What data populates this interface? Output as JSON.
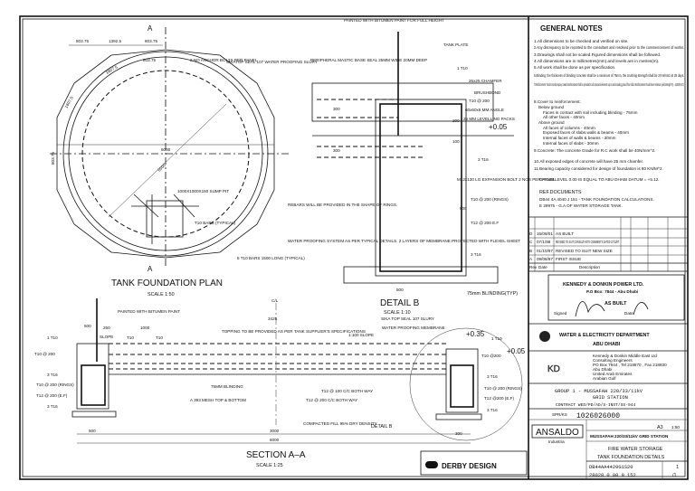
{
  "plan": {
    "title": "TANK FOUNDATION PLAN",
    "scale": "SCALE 1:50",
    "dims": [
      "803.75",
      "1392.5",
      "803.75",
      "803.75",
      "1607.5",
      "1607.5",
      "803.75",
      "6000",
      "6500"
    ],
    "section_mark": "A",
    "labels": [
      "2 NO ANCHOR BOLTS PER PANEL",
      "1000X1000X150 SUMP PIT",
      "T10 BARS (TYPICAL)",
      "5 T10 BARS 1500 LONG (TYPICAL)",
      "REBARS WILL BE PROVIDED IN THE SHAPE OF RINGS.",
      "WATER PROOFING SYSTEM AS PER TYPICAL DETAILS. 2 LAYERS OF MEMBRANE PROTECTED WITH FLEXEL SHEET"
    ]
  },
  "detail_b": {
    "title": "DETAIL B",
    "scale": "SCALE 1:10",
    "labels": [
      "PAINTED WITH BITUMEN PAINT FOR FULL HEIGHT",
      "TANK PLATE",
      "SIKATOP SEAL 107 WATER PROOFING SLURY",
      "PERIPHERAL MASTIC BASE SEAL 25MM WIDE 20MM DEEP",
      "1 T10",
      "25x25 CHAMFER",
      "BRUSHBOND",
      "T10 @ 200",
      "60x60x6 MM ANGLE",
      "25 MM LEVELLING PACKS",
      "+0.05",
      "3 T16",
      "M12x130 LG EXPANSION BOLT 2 NOS PER PANEL",
      "T10 @ 200 (RINGS)",
      "T12 @ 200 E.F",
      "3 T16",
      "75mm BLINDING(TYP)"
    ],
    "dims": [
      "300",
      "300",
      "200",
      "100",
      "800",
      "500"
    ]
  },
  "section": {
    "title": "SECTION A–A",
    "scale": "SCALE 1:25",
    "labels": [
      "PAINTED WITH BITUMEN PAINT",
      "1 T10",
      "T10 @ 200",
      "3 T16",
      "T10 @ 200 (RINGS)",
      "T12 @ 200 (E.F)",
      "3 T16",
      "T10",
      "T10",
      "SLOPE",
      "TOPPING TO BE PROVIDED AS PER TANK SUPPLIER'S SPECIFICATIONS",
      "1:100 SLOPE",
      "75MM BLINDING",
      "A 393 MESH TOP & BOTTOM",
      "T12 @ 100 C/C BOTH WAY",
      "T12 @ 200 C/C BOTH WAY",
      "COMPACTED FILL 95% DRY DENSITY",
      "DETAIL B",
      "SIKA TOP SEAL 107 SLURY",
      "WATER PROOFING MEMBRANE",
      "+0.35",
      "1 T10",
      "T10 @200",
      "+0.05",
      "3 T16",
      "T10 @ 200 (RINGS)",
      "T12 @200 (E.F)",
      "3 T16",
      "C/L"
    ],
    "dims": [
      "500",
      "250",
      "1000",
      "3425",
      "3000",
      "6000",
      "500",
      "300"
    ]
  },
  "general_notes": {
    "title": "GENERAL NOTES",
    "notes": [
      "1.All dimensions to be checked and verified on site.",
      "2.Any discrepancy to be reported to the consultant and resolved prior to the commencement of works.",
      "3.Drawings shall not be scaled.Figured dimensions shall be followed.",
      "4.All dimensions are in millimetres(mm) and levels are in metres(m).",
      "5.All work shall be done as per specification.",
      "6.Blinding: the thickness of blinding concrete shall be a minimum of 75mm, the crushing strength shall be 20 N/mm2 at 28 days.",
      "7.Reinforcement: Fusion bonded epoxy coated reinforcement shall be provided to all structural elements up to and including ground floor slab. Reinforcement should have minimum yield strength Fy = 420N/mm^2.",
      "8.Cover to reinforcement:",
      "Below ground",
      "Faces in contact with soil including blinding  -  75mm",
      "All other faces  -  40mm",
      "Above ground",
      "All faces of columns  -  40mm",
      "Exposed faces of slabs,walls & beams  -  40mm",
      "Internal faces of walls & beams  -  30mm",
      "Internal faces of slabs  -  30mm",
      "9.Concrete: The concrete Grade for R.C work shall be 40N/mm^2.",
      "10.All exposed edges of concrete will have 25 mm chamfer.",
      "11.Bearing capacity considered for design of foundation is 80 KN/M^2."
    ],
    "datum": "DATUM LEVEL 0.00 IS EQUAL TO ABU DHABI DATUM = +5.12.",
    "ref_title": "REF.DOCUMENTS",
    "refs": [
      "DB44 4A 4040 J 151  -  TANK FOUNDATION CALCULATIONS.",
      "E 29975  -  G.A OF WATER STORAGE TANK."
    ]
  },
  "revisions": {
    "headers": [
      "Rev",
      "Date",
      "Description"
    ],
    "rows": [
      {
        "rev": "D",
        "date": "15/08/01",
        "desc": "AS BUILT"
      },
      {
        "rev": "C",
        "date": "07/1/98",
        "desc": "REVISED TO SUIT CONSULTANT'S COMMENTS DATED 27/11/97"
      },
      {
        "rev": "B",
        "date": "01/10/97",
        "desc": "REVISED TO SUIT NEW SIZE"
      },
      {
        "rev": "A",
        "date": "09/08/97",
        "desc": "FIRST ISSUE"
      }
    ]
  },
  "title_block": {
    "approver": "KENNEDY & DONKIN POWER LTD.",
    "approver_address": "P.O Box: 7844 - Abu Dhabi",
    "stamp": "AS BUILT",
    "signed_label": "Signed",
    "date_label": "Date",
    "client": "WATER & ELECTRICITY DEPARTMENT",
    "client_city": "ABU DHABI",
    "consultant_lines": [
      "Kennedy & Donkin Middle East Ltd",
      "Consulting Engineers",
      "PO Box 7844 , Tel 218870 , Fax 218830",
      "Abu Dhabi",
      "United Arab Emirates",
      "Arabian Gulf"
    ],
    "project": "GROUP 1 - MUSSAFAH 220/33/11kV",
    "project_2": "GRID STATION",
    "contract": "CONTRACT WED/PD/AD/S-INST/SS-944",
    "contract_no": "1026026000",
    "ref_no": "SPR/KS",
    "size": "A3",
    "scale": "1:50",
    "contractor": "ANSALDO",
    "contractor_sub": "Industria",
    "station": "MUSSAFAH 220/33/11kV GRID STATION",
    "drawing_title_1": "FIRE WATER STORAGE",
    "drawing_title_2": "TANK FOUNDATION DETAILS",
    "drawing_no": "DB44AA4420G1S20",
    "drawing_no_2": "28028 0 00 9 152",
    "sheet": "1",
    "sheets": "/1",
    "designer": "DERBY DESIGN"
  }
}
